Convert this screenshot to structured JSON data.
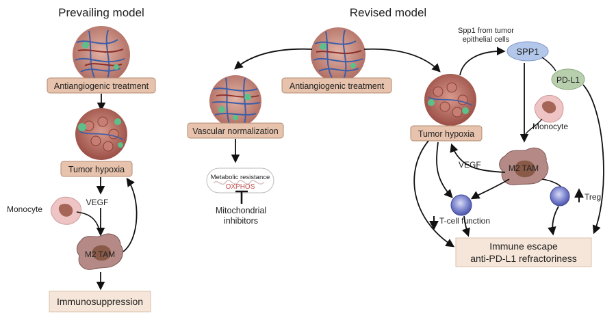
{
  "left": {
    "title": "Prevailing model",
    "antiangiogenic": "Antiangiogenic treatment",
    "tumor_hypoxia": "Tumor hypoxia",
    "vegf": "VEGF",
    "monocyte": "Monocyte",
    "m2_tam": "M2 TAM",
    "immunosuppression": "Immunosuppression"
  },
  "right": {
    "title": "Revised model",
    "antiangiogenic": "Antiangiogenic treatment",
    "vascular_normalization": "Vascular normalization",
    "metabolic_resistance": "Metabolic resistance",
    "oxphos": "OXPHOS",
    "mito_line1": "Mitochondrial",
    "mito_line2": "inhibitors",
    "tumor_hypoxia": "Tumor hypoxia",
    "spp1_note_line1": "Spp1 from tumor",
    "spp1_note_line2": "epithelial cells",
    "spp1": "SPP1",
    "pdl1": "PD-L1",
    "monocyte": "Monocyte",
    "vegf": "VEGF",
    "m2_tam": "M2 TAM",
    "treg": "Treg",
    "tcell": "T-cell function",
    "escape_line1": "Immune escape",
    "escape_line2": "anti-PD-L1 refractoriness"
  },
  "colors": {
    "box_fill": "#e7c3ad",
    "box_stroke": "#b38a70",
    "outcome_fill": "#f6e6d9",
    "spp1_fill": "#b3c7ea",
    "pdl1_fill": "#b8cfae",
    "tam_fill": "#b58a86",
    "tcell_fill": "#7d86cf",
    "oxphos_text": "#c0504d",
    "tumor_fill": "#b8665c",
    "vessel": "#3c5ea8"
  }
}
